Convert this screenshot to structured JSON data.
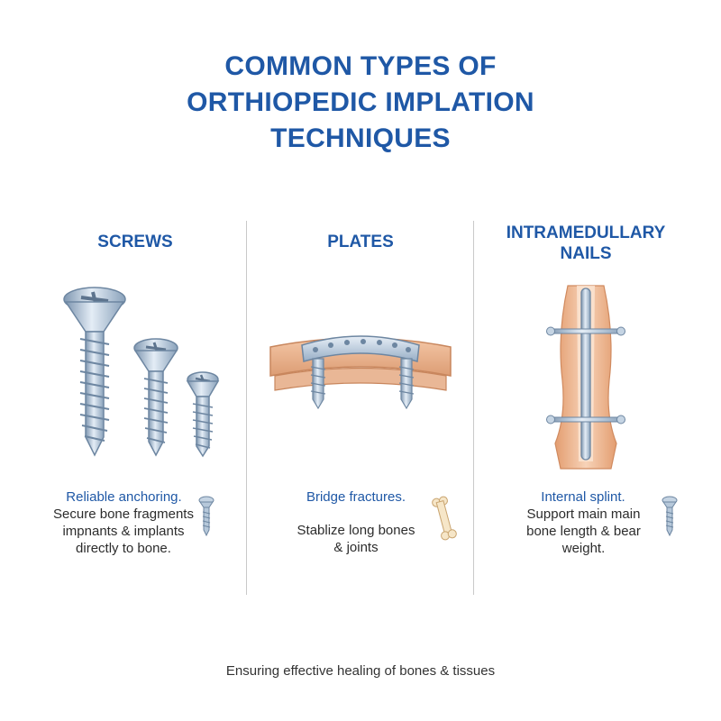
{
  "title": {
    "line1": "COMMON TYPES OF",
    "line2": "ORTHIOPEDIC IMPLATION",
    "line3": "TECHNIQUES"
  },
  "columns": [
    {
      "heading_lines": [
        "SCREWS"
      ],
      "highlight": "Reliable anchoring.",
      "body_lines": [
        "Secure bone fragments",
        "impnants & implants",
        "directly to bone."
      ],
      "icon": "screw-icon"
    },
    {
      "heading_lines": [
        "PLATES"
      ],
      "highlight": "Bridge fractures.",
      "body_lines": [
        "Stablize long bones",
        "& joints"
      ],
      "icon": "bone-icon"
    },
    {
      "heading_lines": [
        "INTRAMEDULLARY",
        "NAILS"
      ],
      "highlight": "Internal splint.",
      "body_lines": [
        "Support main main",
        "bone length & bear",
        "weight."
      ],
      "icon": "screw-icon"
    }
  ],
  "footer": "Ensuring effective healing of bones & tissues",
  "colors": {
    "accent": "#1f58a6",
    "metal": "#a9bfd6",
    "bone": "#eab08a",
    "divider": "#c9c9c9"
  }
}
